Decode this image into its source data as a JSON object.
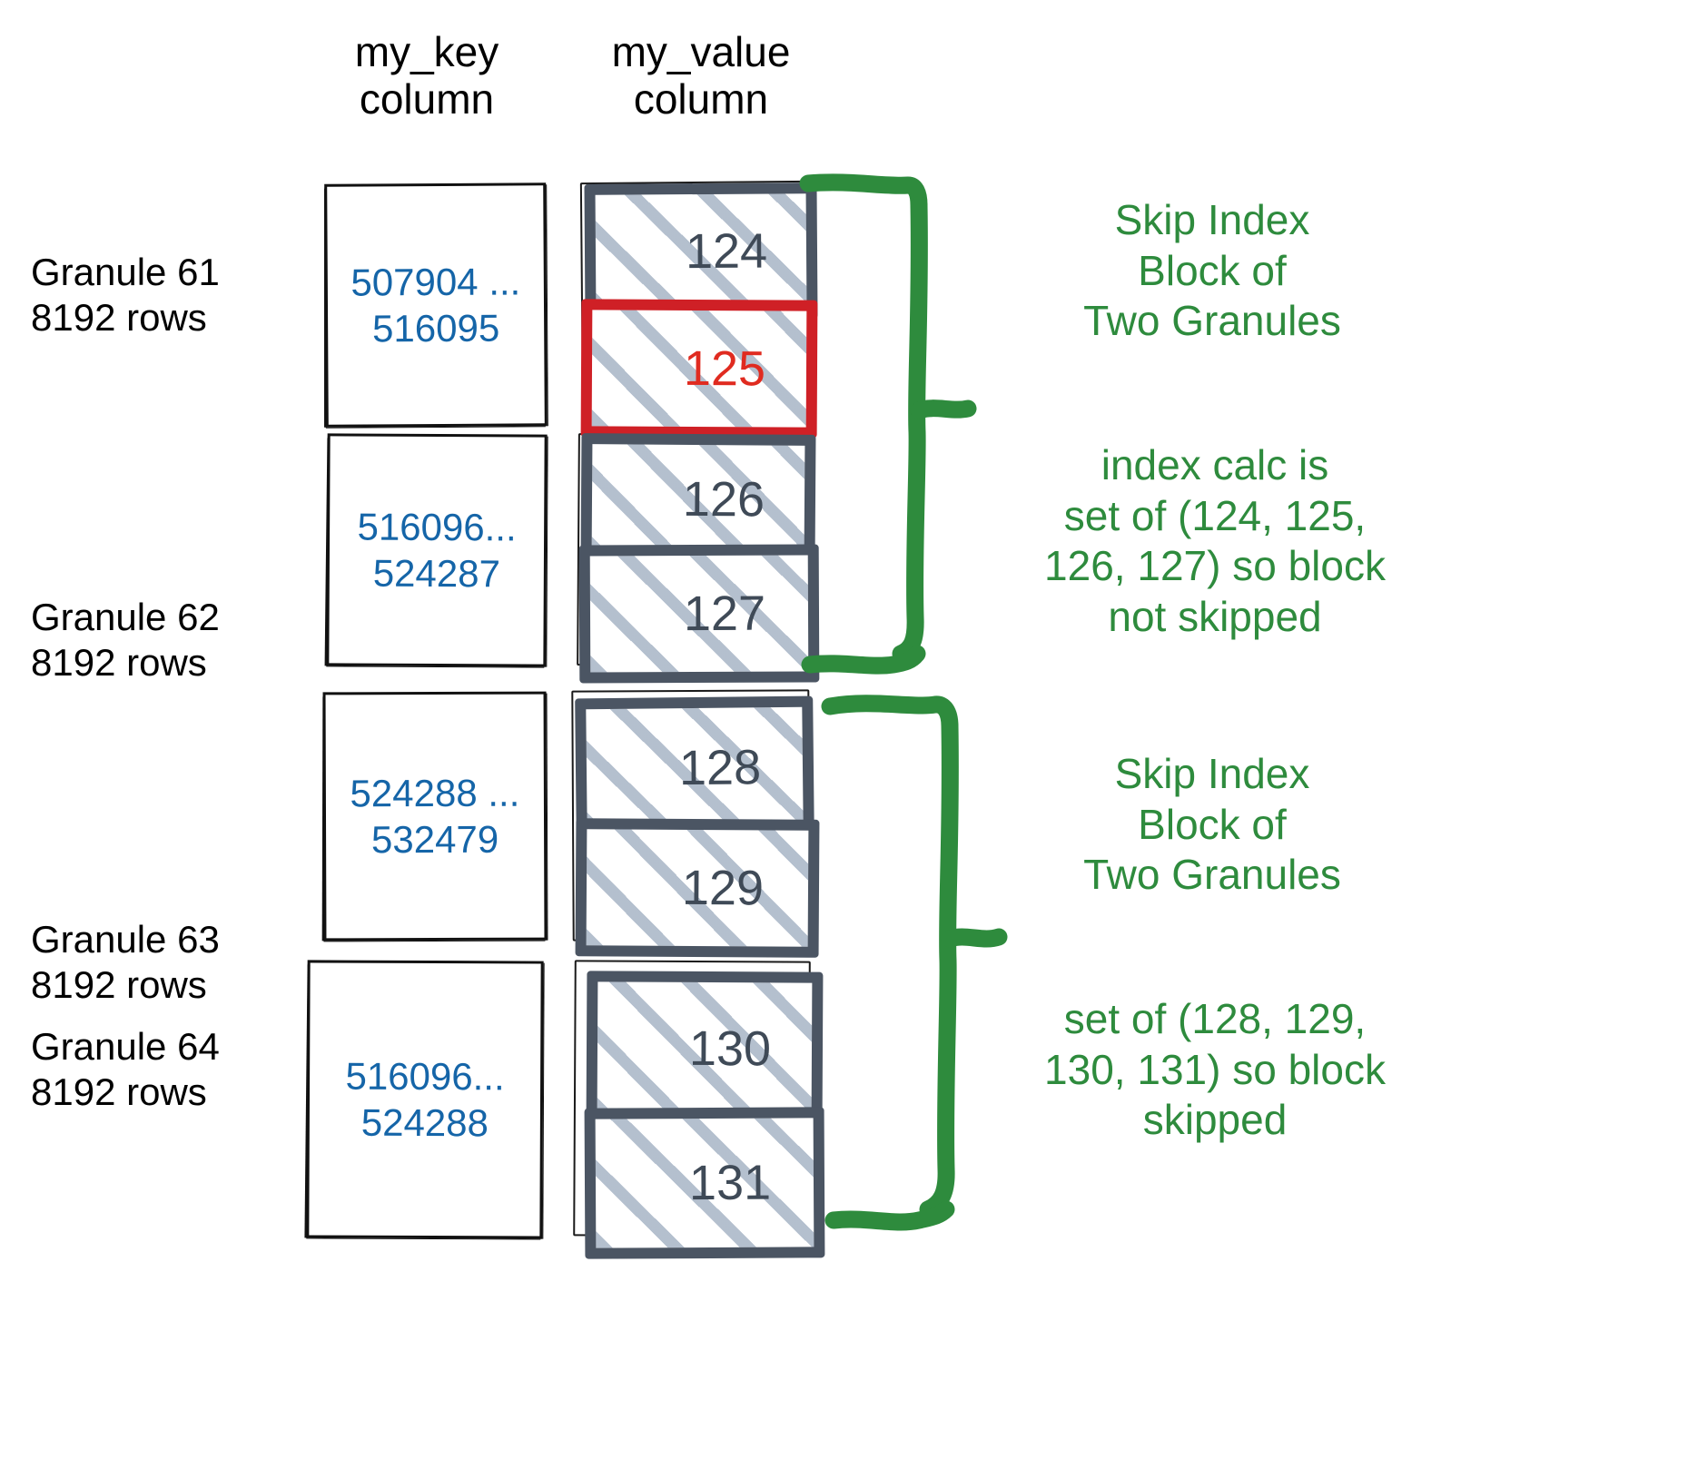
{
  "headers": {
    "key_column": "my_key\ncolumn",
    "value_column": "my_value\ncolumn"
  },
  "colors": {
    "key_value_blue": "#1565a8",
    "value_box_border": "#4b5563",
    "highlight_red": "#cf2026",
    "annotation_green": "#2e8b3d",
    "hatch_gray": "#b0bccb"
  },
  "granules": [
    {
      "label": "Granule 61\n8192 rows",
      "key_range": "507904 ...\n516095",
      "values": [
        "124",
        "125"
      ]
    },
    {
      "label": "Granule 62\n8192 rows",
      "key_range": "516096...\n524287",
      "values": [
        "126",
        "127"
      ]
    },
    {
      "label": "Granule 63\n8192 rows",
      "key_range": "524288 ...\n532479",
      "values": [
        "128",
        "129"
      ]
    },
    {
      "label": "Granule 64\n8192 rows",
      "key_range": "516096...\n524288",
      "values": [
        "130",
        "131"
      ]
    }
  ],
  "highlighted_value": "125",
  "annotations": [
    {
      "id": "note-1",
      "text": "Skip Index\nBlock of\nTwo Granules"
    },
    {
      "id": "note-2",
      "text": "index calc is\nset of (124, 125,\n126, 127) so block\nnot skipped"
    },
    {
      "id": "note-3",
      "text": "Skip Index\nBlock of\nTwo Granules"
    },
    {
      "id": "note-4",
      "text": "set of (128, 129,\n130, 131) so block\nskipped"
    }
  ]
}
